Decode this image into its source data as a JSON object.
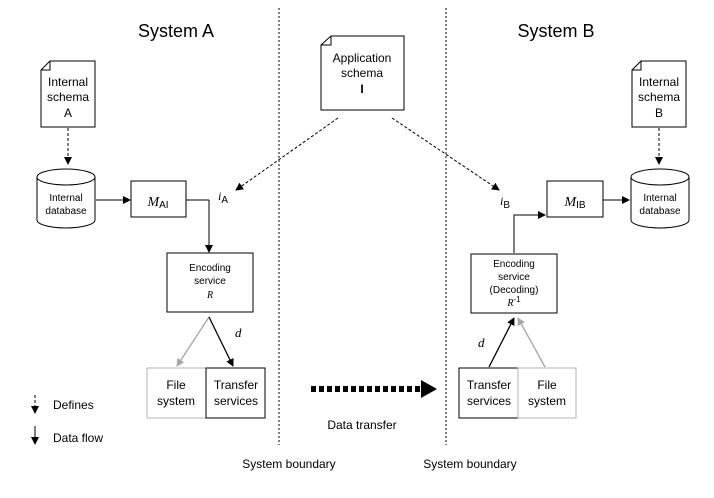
{
  "systems": {
    "a": {
      "title": "System A",
      "internal_schema": [
        "Internal",
        "schema",
        "A"
      ],
      "internal_database": [
        "Internal",
        "database"
      ],
      "mapping_main": "M",
      "mapping_sub": "AI",
      "interface_main": "i",
      "interface_sub": "A",
      "encoding_service": [
        "Encoding",
        "service"
      ],
      "encoding_rule": "R",
      "file_system": [
        "File",
        "system"
      ],
      "transfer_services": [
        "Transfer",
        "services"
      ],
      "d_label": "d"
    },
    "b": {
      "title": "System B",
      "internal_schema": [
        "Internal",
        "schema",
        "B"
      ],
      "internal_database": [
        "Internal",
        "database"
      ],
      "mapping_main": "M",
      "mapping_sub": "IB",
      "interface_main": "i",
      "interface_sub": "B",
      "encoding_service": [
        "Encoding",
        "service",
        "(Decoding)"
      ],
      "encoding_rule": "R",
      "encoding_rule_sup": "-1",
      "file_system": [
        "File",
        "system"
      ],
      "transfer_services": [
        "Transfer",
        "services"
      ],
      "d_label": "d"
    }
  },
  "application_schema": [
    "Application",
    "schema",
    "I"
  ],
  "data_transfer": "Data transfer",
  "boundary_labels": [
    "System boundary",
    "System boundary"
  ],
  "legend": {
    "defines": "Defines",
    "data_flow": "Data flow"
  },
  "colors": {
    "line": "#000000",
    "grey_arrow": "#a6a6a6"
  }
}
